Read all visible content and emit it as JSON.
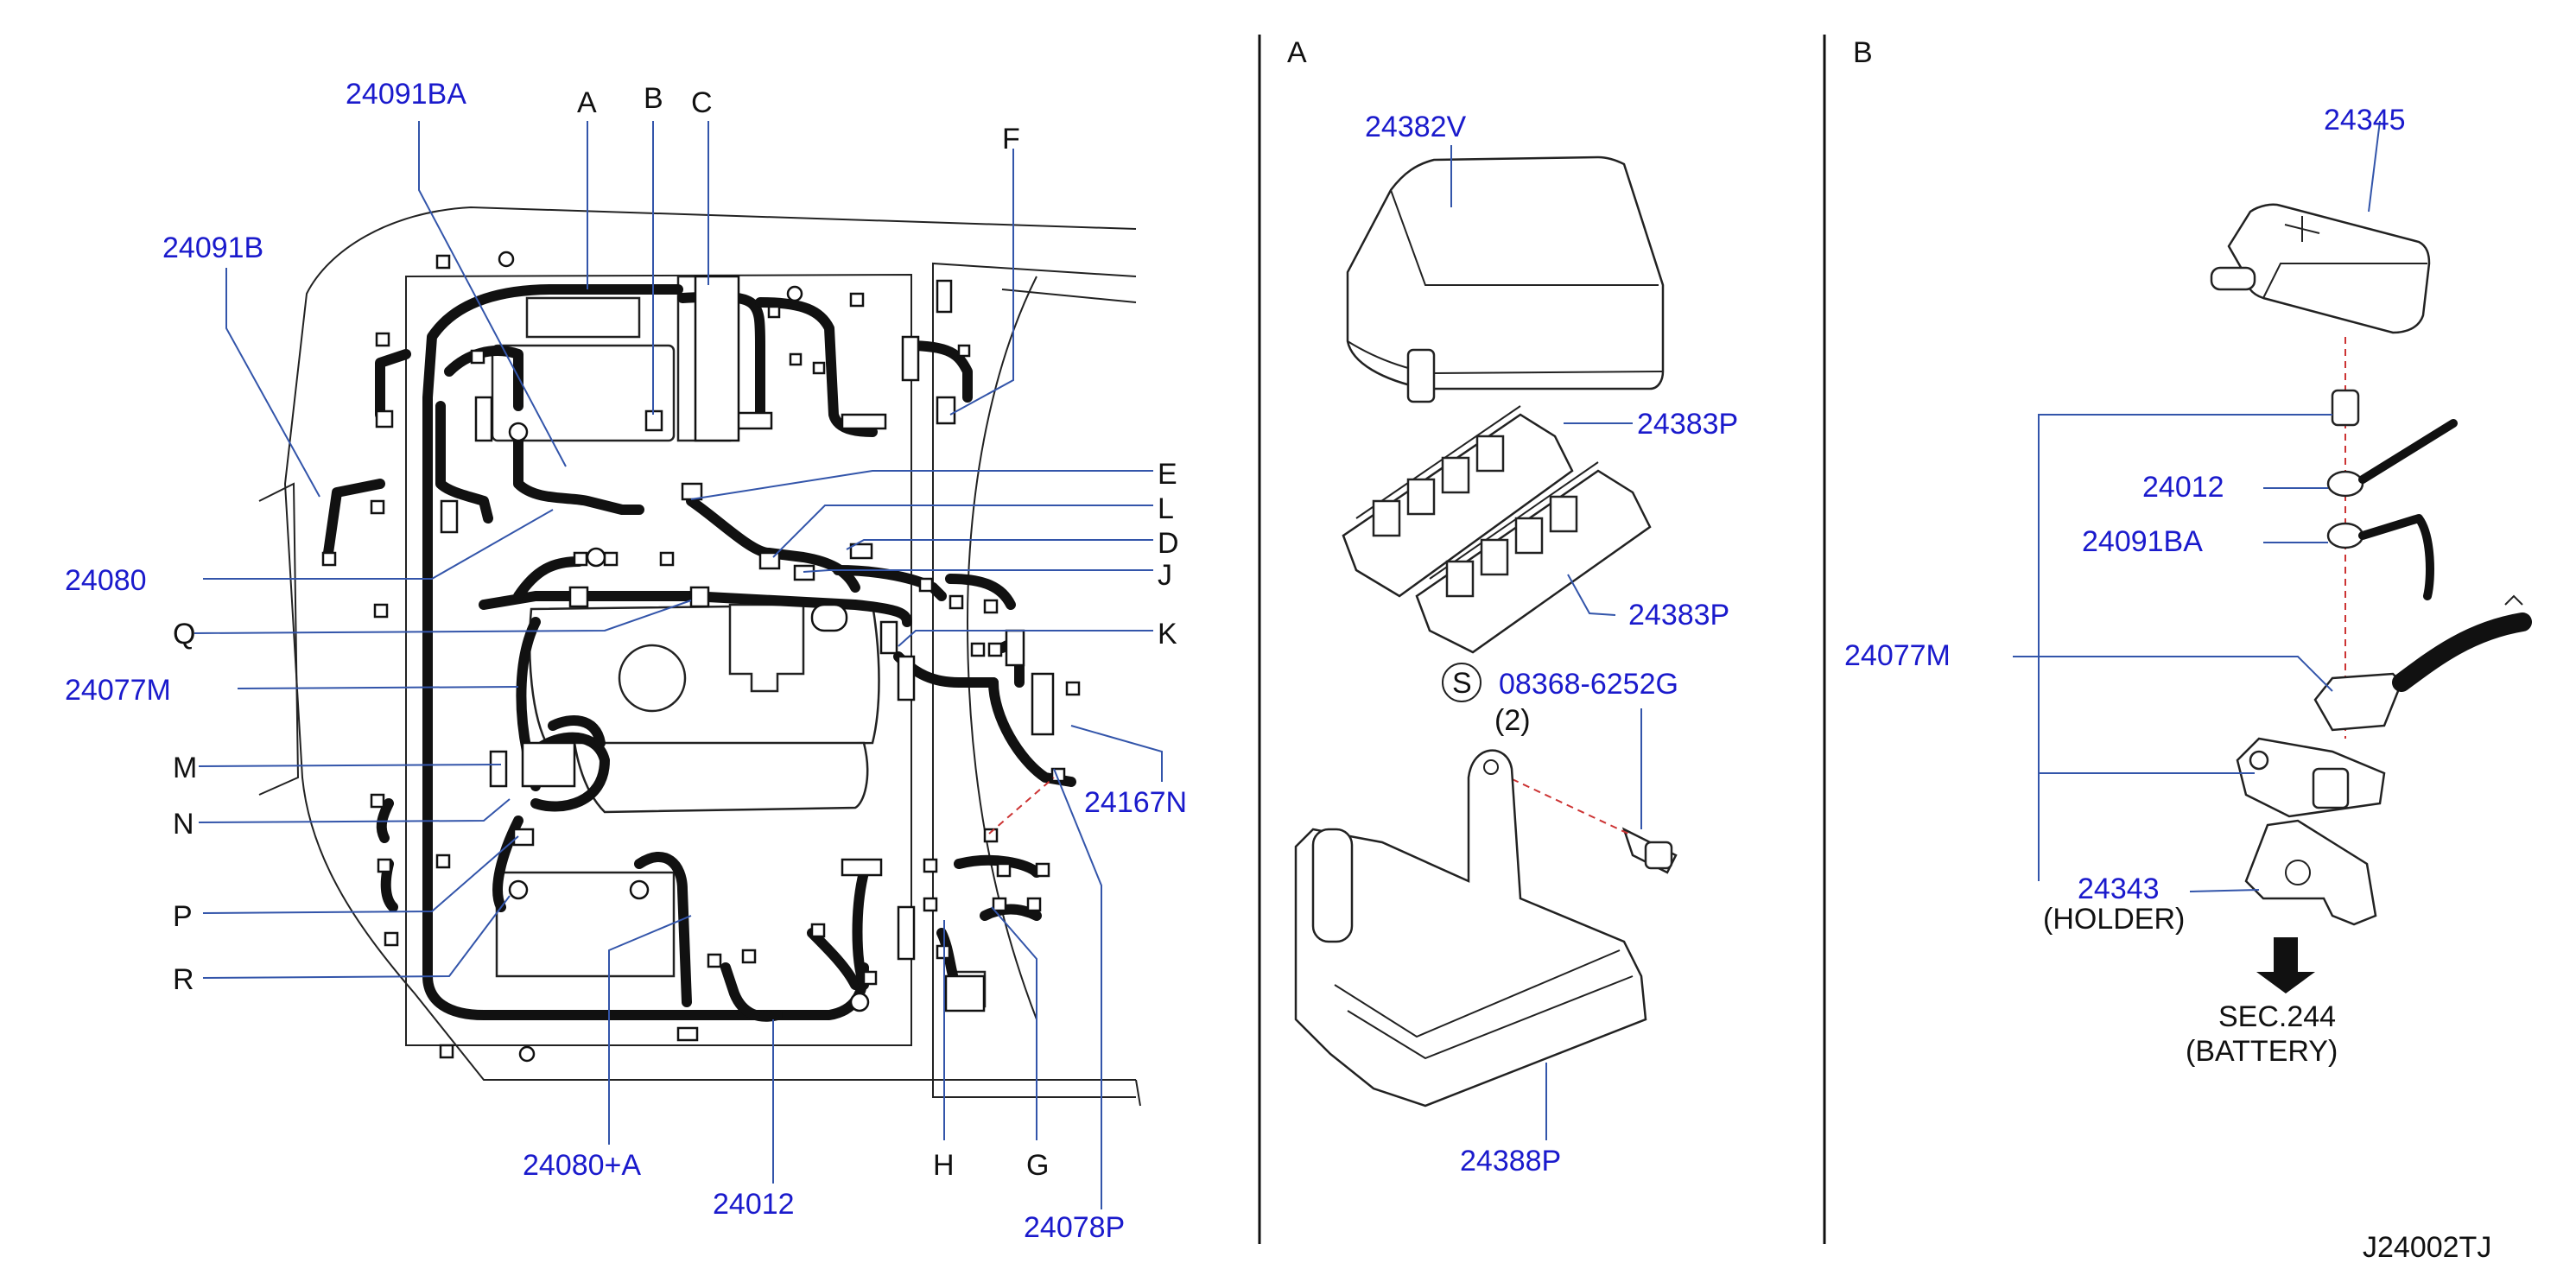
{
  "panels": {
    "main": {
      "labels": {
        "24091BA": "24091BA",
        "A": "A",
        "B": "B",
        "C": "C",
        "F": "F",
        "24091B": "24091B",
        "E": "E",
        "L": "L",
        "D": "D",
        "J": "J",
        "24080": "24080",
        "Q": "Q",
        "K": "K",
        "24077M": "24077M",
        "M": "M",
        "24167N": "24167N",
        "N": "N",
        "P": "P",
        "R": "R",
        "24080A": "24080+A",
        "H": "H",
        "G": "G",
        "24012": "24012",
        "24078P": "24078P"
      }
    },
    "a": {
      "title": "A",
      "labels": {
        "24382V": "24382V",
        "24383P_top": "24383P",
        "24383P_bottom": "24383P",
        "s_symbol": "S",
        "08368": "08368-6252G",
        "qty": "(2)",
        "24388P": "24388P"
      }
    },
    "b": {
      "title": "B",
      "labels": {
        "24345": "24345",
        "24012": "24012",
        "24091BA": "24091BA",
        "24077M": "24077M",
        "24343": "24343",
        "holder": "(HOLDER)",
        "sec": "SEC.244",
        "battery": "(BATTERY)"
      }
    }
  },
  "footer": {
    "code": "J24002TJ"
  },
  "colors": {
    "part_number": "#1a1acc",
    "reference_letter": "#111111"
  }
}
